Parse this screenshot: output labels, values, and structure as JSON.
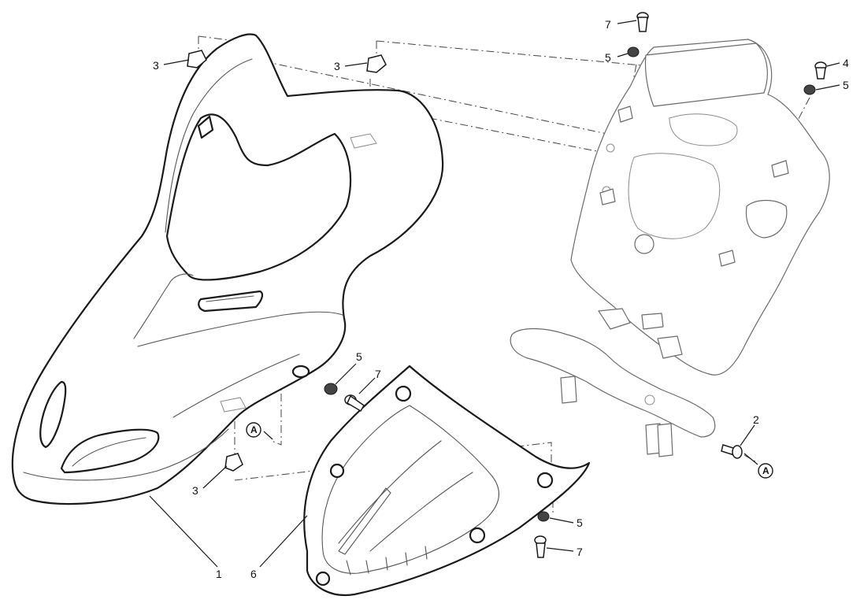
{
  "callouts": [
    {
      "id": "c-7-top",
      "label": "7"
    },
    {
      "id": "c-5-top",
      "label": "5"
    },
    {
      "id": "c-4",
      "label": "4"
    },
    {
      "id": "c-5-right",
      "label": "5"
    },
    {
      "id": "c-3-topleft",
      "label": "3"
    },
    {
      "id": "c-3-topmid",
      "label": "3"
    },
    {
      "id": "c-5-mid",
      "label": "5"
    },
    {
      "id": "c-7-mid",
      "label": "7"
    },
    {
      "id": "c-3-low",
      "label": "3"
    },
    {
      "id": "c-2",
      "label": "2"
    },
    {
      "id": "c-5-low",
      "label": "5"
    },
    {
      "id": "c-7-low",
      "label": "7"
    },
    {
      "id": "c-1",
      "label": "1"
    },
    {
      "id": "c-6",
      "label": "6"
    }
  ],
  "reference_marks": [
    {
      "id": "ref-a-left",
      "label": "A"
    },
    {
      "id": "ref-a-right",
      "label": "A"
    }
  ]
}
